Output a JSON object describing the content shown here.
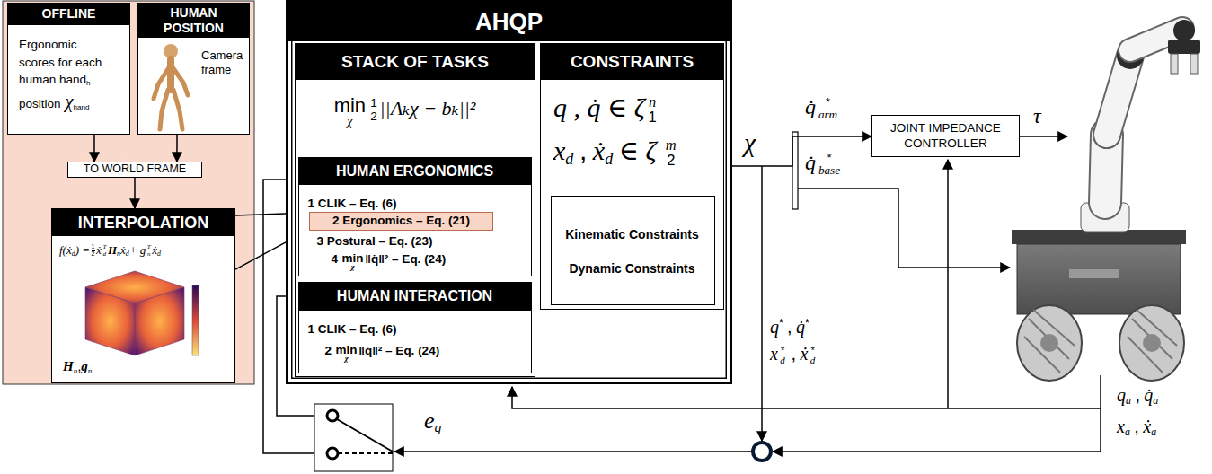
{
  "diagram": {
    "nodes": [
      {
        "text": [
          "OFFLINE",
          "Ergonomic scores for each human hand",
          "h",
          "position",
          "χ",
          "hand"
        ]
      },
      {
        "text": [
          "HUMAN POSITION",
          "Camera frame"
        ]
      },
      {
        "text": [
          "TO WORLD FRAME"
        ]
      },
      {
        "text": [
          "INTERPOLATION",
          "f(ẋ",
          "d",
          ") =",
          "1",
          "2",
          "ẋ",
          "T",
          "d",
          "H",
          "n",
          "ẋ",
          "d",
          "+ g",
          "T",
          "n",
          "ẋ",
          "d",
          "H",
          "n",
          ",",
          "g",
          "n"
        ]
      },
      {
        "text": [
          "AHQP"
        ]
      },
      {
        "text": [
          "STACK OF TASKS",
          "min",
          "χ",
          "1",
          "2",
          "||Aₖχ − bₖ||²"
        ],
        "in": 4
      },
      {
        "text": [
          "HUMAN ERGONOMICS",
          "1 CLIK – Eq. (6)",
          "3 Postural – Eq. (23)",
          "4",
          "min",
          "χ",
          "‖q̇‖² – Eq. (24)"
        ],
        "in": 5
      },
      {
        "text": [
          "2 Ergonomics – Eq. (21)"
        ],
        "in": 6
      },
      {
        "text": [
          "HUMAN INTERACTION",
          "1 CLIK – Eq. (6)",
          "2",
          "min",
          "χ",
          "‖q̇‖² – Eq. (24)"
        ],
        "in": 5
      },
      {
        "text": [
          "CONSTRAINTS",
          "q , q̇ ∈ ζ",
          "n",
          "1",
          "x",
          "d",
          ",",
          "ẋ",
          "d",
          "∈ ζ",
          "m",
          "2"
        ],
        "in": 4
      },
      {
        "text": [
          "Kinematic Constraints",
          "Dynamic Constraints"
        ],
        "in": 9
      },
      {
        "text": [
          "JOINT IMPEDANCE CONTROLLER"
        ]
      }
    ],
    "edges": [
      {
        "from": 0,
        "to": 2,
        "arrow": "to"
      },
      {
        "from": 1,
        "to": 2,
        "arrow": "to"
      },
      {
        "from": 2,
        "to": 3,
        "arrow": "to"
      },
      {
        "from": 3,
        "to": 7,
        "arrow": "none"
      },
      {
        "from": 3,
        "to": 7,
        "arrow": "none"
      },
      {
        "from": 4,
        "to": 11,
        "arrow": "to"
      }
    ],
    "labels": [
      "χ",
      "q̇",
      "*",
      "arm",
      "q̇",
      "*",
      "base",
      "τ",
      "q",
      "*",
      ",",
      "q̇",
      "*",
      "x",
      "*",
      "d",
      ",",
      "ẋ",
      "*",
      "d",
      "q",
      "a",
      ",",
      "q̇",
      "a",
      "x",
      "a",
      ",",
      "ẋ",
      "a",
      "e",
      "q"
    ]
  }
}
